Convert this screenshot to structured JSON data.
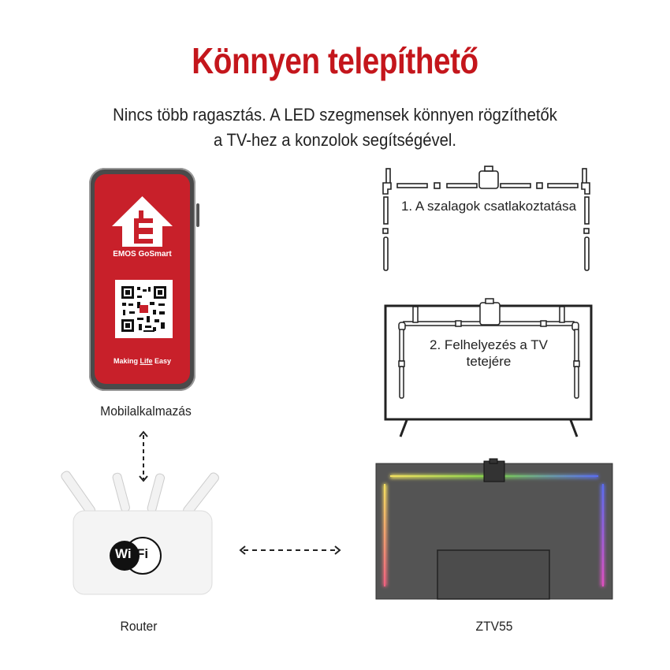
{
  "header": {
    "title": "Könnyen telepíthető",
    "subtitle_line1": "Nincs több ragasztás. A LED szegmensek könnyen rögzíthetők",
    "subtitle_line2": "a TV-hez a konzolok segítségével."
  },
  "phone": {
    "brand": "EMOS GoSmart",
    "logo_letter": "E",
    "slogan_pre": "Making ",
    "slogan_mid": "Life",
    "slogan_post": " Easy",
    "caption": "Mobilalkalmazás"
  },
  "router": {
    "wifi_left": "Wi",
    "wifi_right": "Fi",
    "caption": "Router"
  },
  "tv": {
    "caption": "ZTV55"
  },
  "steps": [
    {
      "label": "1. A szalagok csatlakoztatása"
    },
    {
      "label_line1": "2. Felhelyezés a TV",
      "label_line2": "tetejére"
    }
  ],
  "colors": {
    "brand_red": "#c4161c",
    "screen_red": "#c8202a"
  }
}
